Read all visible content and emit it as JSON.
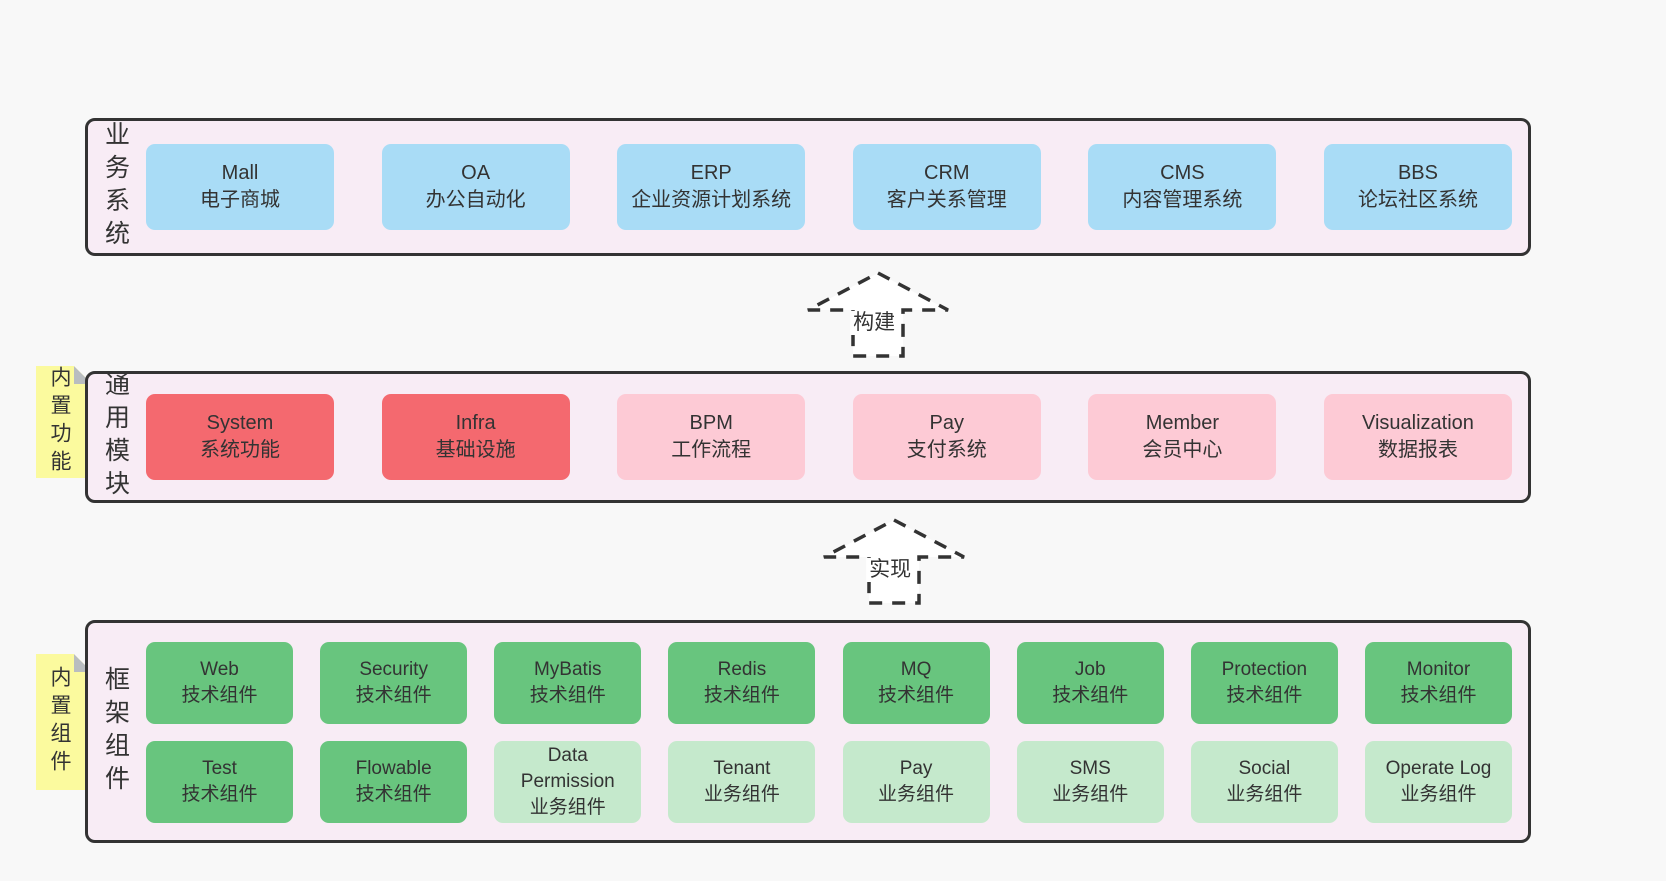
{
  "colors": {
    "page_bg": "#f8f8f8",
    "section_bg": "#f8ecf5",
    "section_border": "#333333",
    "blue_box": "#a9dcf6",
    "red_box": "#f4696f",
    "pink_box": "#fdcad5",
    "green_box": "#68c57e",
    "light_green_box": "#c5e9cc",
    "sticky_note": "#fbfa9e",
    "fold_corner": "#b9bdc0",
    "text": "#333333"
  },
  "arrows": [
    {
      "label": "构建"
    },
    {
      "label": "实现"
    }
  ],
  "sections": [
    {
      "label": "业务系统",
      "boxes": [
        {
          "name": "Mall",
          "desc": "电子商城"
        },
        {
          "name": "OA",
          "desc": "办公自动化"
        },
        {
          "name": "ERP",
          "desc": "企业资源计划系统"
        },
        {
          "name": "CRM",
          "desc": "客户关系管理"
        },
        {
          "name": "CMS",
          "desc": "内容管理系统"
        },
        {
          "name": "BBS",
          "desc": "论坛社区系统"
        }
      ]
    },
    {
      "label": "通用模块",
      "note": "内置功能",
      "boxes": [
        {
          "name": "System",
          "desc": "系统功能"
        },
        {
          "name": "Infra",
          "desc": "基础设施"
        },
        {
          "name": "BPM",
          "desc": "工作流程"
        },
        {
          "name": "Pay",
          "desc": "支付系统"
        },
        {
          "name": "Member",
          "desc": "会员中心"
        },
        {
          "name": "Visualization",
          "desc": "数据报表"
        }
      ]
    },
    {
      "label": "框架组件",
      "note": "内置组件",
      "row1": [
        {
          "name": "Web",
          "desc": "技术组件"
        },
        {
          "name": "Security",
          "desc": "技术组件"
        },
        {
          "name": "MyBatis",
          "desc": "技术组件"
        },
        {
          "name": "Redis",
          "desc": "技术组件"
        },
        {
          "name": "MQ",
          "desc": "技术组件"
        },
        {
          "name": "Job",
          "desc": "技术组件"
        },
        {
          "name": "Protection",
          "desc": "技术组件"
        },
        {
          "name": "Monitor",
          "desc": "技术组件"
        }
      ],
      "row2": [
        {
          "name": "Test",
          "desc": "技术组件"
        },
        {
          "name": "Flowable",
          "desc": "技术组件"
        },
        {
          "name": "Data Permission",
          "desc": "业务组件"
        },
        {
          "name": "Tenant",
          "desc": "业务组件"
        },
        {
          "name": "Pay",
          "desc": "业务组件"
        },
        {
          "name": "SMS",
          "desc": "业务组件"
        },
        {
          "name": "Social",
          "desc": "业务组件"
        },
        {
          "name": "Operate Log",
          "desc": "业务组件"
        }
      ]
    }
  ]
}
